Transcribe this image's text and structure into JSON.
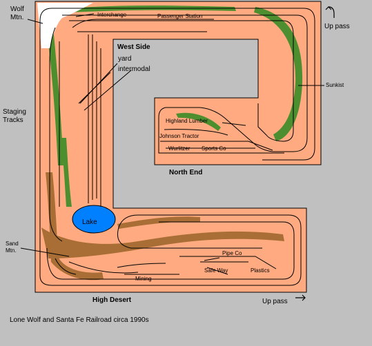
{
  "labels": {
    "wolf_mtn": "Wolf\nMtn.",
    "interchange": "Interchange",
    "passenger_station": "Passenger Station",
    "west_side": "West Side",
    "yard": "yard",
    "intermodal": "intermodal",
    "up_pass_top": "Up pass",
    "sunkist": "Sunkist",
    "staging_tracks": "Staging\nTracks",
    "highland_lumber": "Highland Lumber",
    "johnson_tractor": "Johnson Tractor",
    "wurlitzer": "Wurlitzer",
    "sports_co": "Sports Co",
    "north_end": "North End",
    "lake": "Lake",
    "sand_mtn": "Sand\nMtn.",
    "pipe_co": "Pipe Co",
    "safe_way": "Safe Way",
    "plastics": "Plastics",
    "mining": "Mining",
    "high_desert": "High Desert",
    "up_pass_bottom": "Up pass",
    "caption": "Lone Wolf and Santa Fe Railroad circa 1990s"
  },
  "colors": {
    "background": "#c0c0c0",
    "benchwork": "#ffaa80",
    "track": "#000000",
    "vegetation": "#2e8b22",
    "sand": "#9a6428",
    "snow": "#ffffff",
    "lake": "#0080ff"
  }
}
